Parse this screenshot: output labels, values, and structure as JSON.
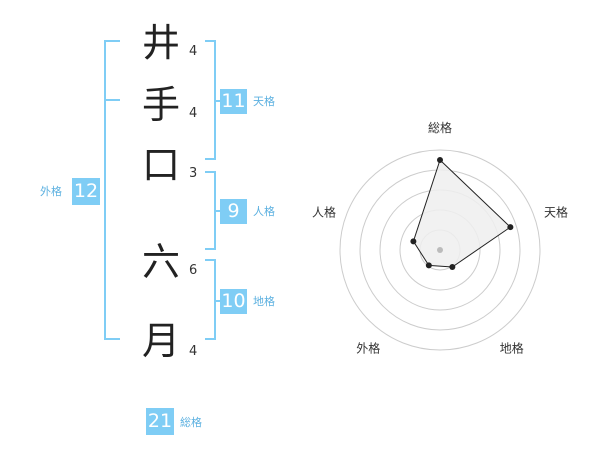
{
  "name_chars": [
    {
      "char": "井",
      "strokes": "4"
    },
    {
      "char": "手",
      "strokes": "4"
    },
    {
      "char": "口",
      "strokes": "3"
    },
    {
      "char": "六",
      "strokes": "6"
    },
    {
      "char": "月",
      "strokes": "4"
    }
  ],
  "fortunes": {
    "tenkaku": {
      "value": "11",
      "label": "天格"
    },
    "jinkaku": {
      "value": "9",
      "label": "人格"
    },
    "chikaku": {
      "value": "10",
      "label": "地格"
    },
    "gaikaku": {
      "value": "12",
      "label": "外格"
    },
    "soukaku": {
      "value": "21",
      "label": "総格"
    }
  },
  "colors": {
    "accent": "#7fcdf5",
    "label": "#5bb0e0",
    "grid": "#cccccc",
    "fill": "#eeeeee"
  },
  "chart_data": {
    "type": "radar",
    "axes": [
      "総格",
      "天格",
      "地格",
      "外格",
      "人格"
    ],
    "values": [
      4.5,
      3.7,
      1.05,
      0.95,
      1.4
    ],
    "range": [
      0,
      5
    ]
  }
}
